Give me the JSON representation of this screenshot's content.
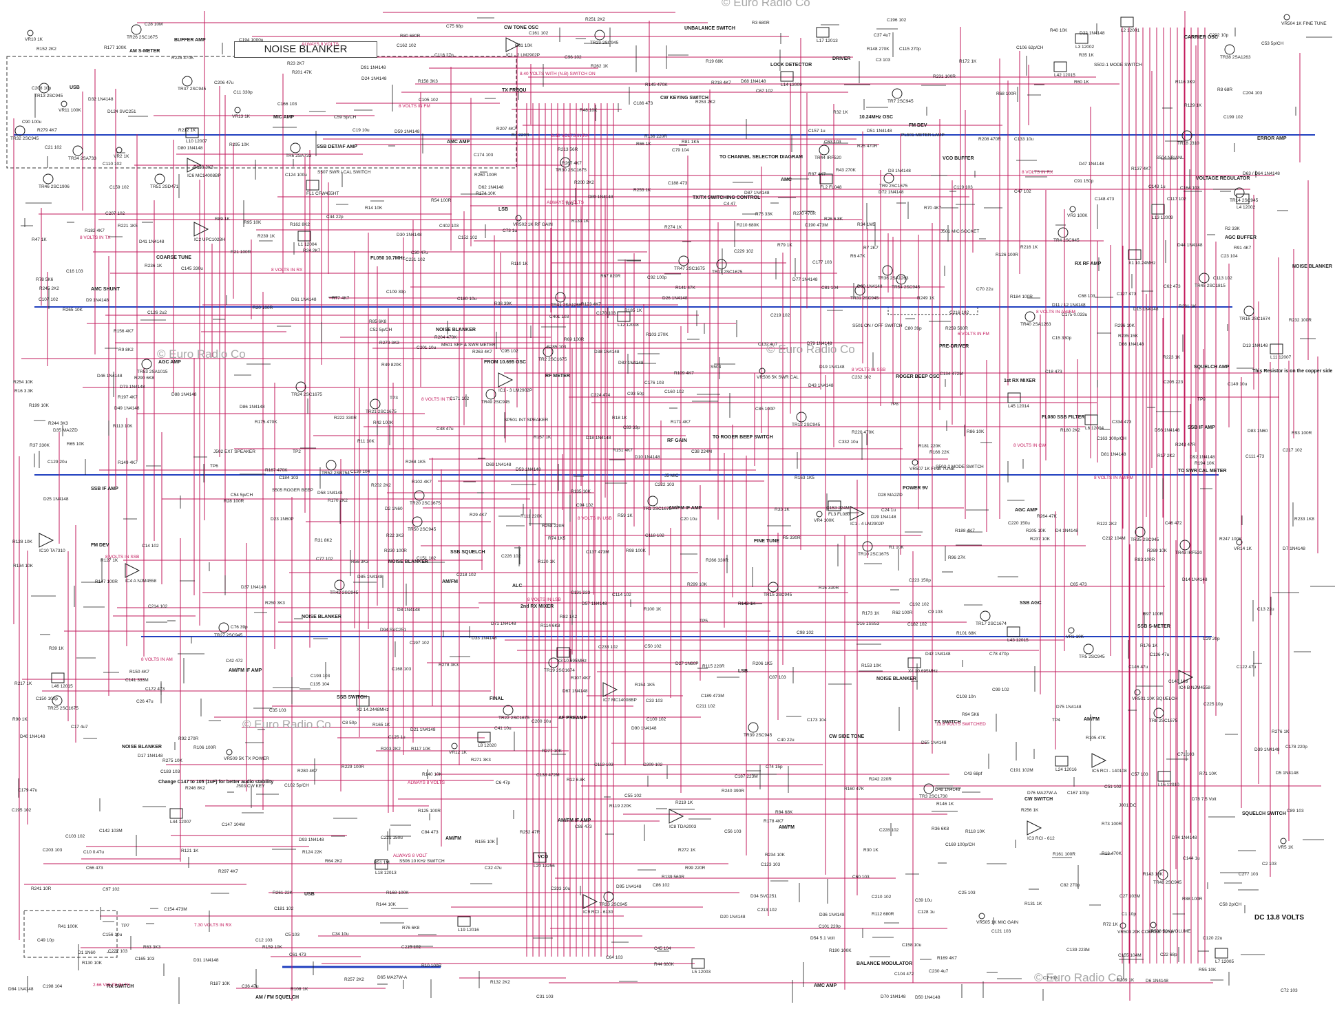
{
  "title": "NOISE BLANKER",
  "watermark": "© Euro Radio Co",
  "dc_label": "DC 13.8 VOLTS",
  "colors": {
    "wire": "#c2185b",
    "ink": "#1a1a1a",
    "bus": "#1f3fbf",
    "watermark": "#a8a8a8"
  },
  "components": [
    "TR1 2SC1675",
    "TR2 2SC1675",
    "TR3 2SC1730",
    "TR4 2SC945",
    "TR5 2SC945",
    "TR6 2SA733",
    "TR7 2SC945",
    "TR8 2SC1675",
    "TR9 2SC1675",
    "TR10 2SC1675",
    "TR11 2SC1675",
    "TR12 2SC945",
    "TR13 2SC945",
    "TR14 2SC945",
    "TR15 2SC945",
    "TR16 2SC1674",
    "TR17 2SC1674",
    "TR18 J310",
    "TR19 2SC1674",
    "TR20 2SC1675",
    "TR21 2SC1675",
    "TR22 2SC1675",
    "TR23 2SC945",
    "TR24 2SC1675",
    "TR25 2SC1675",
    "TR26 2SC1675",
    "TR27 2SC945",
    "TR30 2SC1675",
    "TR31 2SC945",
    "TR32 2SC945",
    "TR33 2SC945",
    "TR34 2SA733",
    "TR35 2SC945",
    "TR36 2SA1263",
    "TR37 2SC945",
    "TR38 2SA1263",
    "TR39 2SC945",
    "TR40 2SA1263",
    "TR41 2SA1266",
    "TR42 2SC945",
    "TR43 IRF520",
    "TR44 IRF520",
    "TR45 2SC1815",
    "TR46 2SC1906",
    "TR47 2SC1675",
    "TR48 2SC945",
    "TR49 2SC945",
    "TR50 2SC945",
    "TR51 2SD471",
    "TR52 2SB754",
    "TR53 2SA1015",
    "TR54 2SC945",
    "IC1 - 2 LM2902P",
    "IC1 - 3 LM2902P",
    "IC1 - 4 LM2902P",
    "IC2 UPC1028H",
    "IC3 RCI - 612",
    "IC4 A NJM4558",
    "IC4 B NJM4558",
    "IC5 RCI - 140108",
    "IC6 MC14008BP",
    "IC7 MC14008BP",
    "IC8 TDA2003",
    "IC9 RCI - 6130",
    "IC10 TA7310",
    "FL1 CFW455HT",
    "FL2 FL048",
    "FL3 FL080",
    "L1 12004",
    "L2 12001",
    "L3 12002",
    "L4 12002",
    "L5 12003",
    "L6 12004",
    "L7 12005",
    "L8 12020",
    "L10 12007",
    "L11 12007",
    "L12 12008",
    "L13 12009",
    "L14 12009",
    "L16 12010",
    "L17 12013",
    "L18 12013",
    "L19 12016",
    "L20 12256",
    "L24 12016",
    "L42 12015",
    "L43 12015",
    "L44 12007",
    "L45 12014",
    "L46 12015",
    "X1 10.24MHz",
    "X2 14.2448MHz",
    "X4 10.695MHz",
    "X3 10.695MHz",
    "D1 1N60",
    "D2 1N60",
    "D3 1N4148",
    "D4 1N4148",
    "D5 1N4148",
    "D6 1N4148",
    "D7 1N4148",
    "D8 1N4148",
    "D9 1N4148",
    "D10 1N4148",
    "D11 / 12 1N4148",
    "D13 1N4148",
    "D14 1N4148",
    "D15 1N4148",
    "D16 1SS53",
    "D17 1N4148",
    "D18 1N4148",
    "D19 1N4148",
    "D20 1N4148",
    "D21 1N4148",
    "D22 1N4148",
    "D23 1N60P",
    "D24 1N4148",
    "D25 1N4148",
    "D26 1N4148",
    "D27 1N60P",
    "D28 MA2ZD",
    "D29 1N4148",
    "D30 1N4148",
    "D31 1N4148",
    "D32 1N4148",
    "D33 1N4148",
    "D34 SVC251",
    "D35 MA2ZD",
    "D36 1N4148",
    "D37 1N4148",
    "D38 1N4148",
    "D39 1N4148",
    "D40 1N4148",
    "D41 1N4148",
    "D42 1N4148",
    "D43 1N4148",
    "D44 1N4148",
    "D46 1N4148",
    "D47 1N4148",
    "D48 1N4148",
    "D49 1N4148",
    "D50 1N4148",
    "D51 1N4148",
    "D53 1N4148",
    "D54 5.1 Volt",
    "D55 1N4148",
    "D56 1N4148",
    "D57 1N4148",
    "D58 1N4148",
    "D59 1N4148",
    "D60 1N4148",
    "D61 1N4148",
    "D62 1N4148",
    "D63 / D64 1N4148",
    "D65 MA27W-A",
    "D66 1N4148",
    "D67 1N4148",
    "D68 1N4148",
    "D69 1N4148",
    "D70 1N4148",
    "D71 1N4148",
    "D72 1N4148",
    "D73 1N4148",
    "D74 1N4148",
    "D75 1N4148",
    "D76 MA27W-A",
    "D77 1N4148",
    "D78 7.5 Volt",
    "D79 1N4148",
    "D80 1N4148",
    "D81 1N4148",
    "D82 1N4148",
    "D83 1N60",
    "D84 1N4148",
    "D85 1N4148",
    "D86 1N4148",
    "D87 1N4148",
    "D88 1N4148",
    "D89 1N4148",
    "D90 1N4148",
    "D91 1N4148",
    "D92 1N4148",
    "D93 1N4148",
    "D94 SVC251",
    "D95 1N4148",
    "D124 SVC251",
    "R1 10K",
    "R2 33K",
    "R3 680R",
    "R4 220R",
    "R5 330R",
    "R6 47K",
    "R7 2K7",
    "R8 68R",
    "R9 8K2",
    "R10 100R",
    "R11 10K",
    "R12 6.8K",
    "R13 470K",
    "R14 10K",
    "R15 330R",
    "R16 3.3K",
    "R17 2K2",
    "R18 1K",
    "R19 68K",
    "R20 100R",
    "R21 100R",
    "R22 3K3",
    "R23 2K7",
    "R24 2K7",
    "R25 470R",
    "R26 6.8K",
    "R28 100R",
    "R29 4K7",
    "R30 1K",
    "R31 8K2",
    "R32 1K",
    "R33 1K",
    "R34 1M5",
    "R35 1K",
    "R36 6K8",
    "R37 330K",
    "R38 39K",
    "R39 1K",
    "R40 10K",
    "R41 100K",
    "R42 100K",
    "R43 270K",
    "R44 680K",
    "R47 1K",
    "R48 10K",
    "R49 820K",
    "R51 1M",
    "R54 100R",
    "R55 10K",
    "R56 3K3",
    "R59 1K",
    "R60 1K",
    "R61 10K",
    "R62 100R",
    "R63 3K3",
    "R64 2K2",
    "R65 10K",
    "R66 1K",
    "R67 820R",
    "R68 100R",
    "R69 100R",
    "R70 4K7",
    "R71 10K",
    "R72 1K",
    "R73 100R",
    "R74 1K5",
    "R75 33K",
    "R76 6K8",
    "R77 4K7",
    "R78 5K6",
    "R79 1K",
    "R80 680R",
    "R81 1K5",
    "R82 1K2",
    "R83 100R",
    "R84 68K",
    "R85 6K8",
    "R86 10K",
    "R87 4K7",
    "R88 100R",
    "R89 1K",
    "R90 1K",
    "R91 4K7",
    "R92 270R",
    "R93 100R",
    "R94 5K6",
    "R95 10K",
    "R96 27K",
    "R97 100R",
    "R98 100K",
    "R99 220R",
    "R100 1K",
    "R101 68K",
    "R102 4K7",
    "R103 270K",
    "R105 47K",
    "R106 100R",
    "R107 4K7",
    "R108 1K",
    "R109 4K7",
    "R110 1K",
    "R111 220K",
    "R112 680R",
    "R113 10K",
    "R114 6K8",
    "R115 220R",
    "R116 3K9",
    "R117 10K",
    "R118 10K",
    "R119 220K",
    "R120 1K",
    "R121 1K",
    "R122 2K2",
    "R123 4K7",
    "R124 22K",
    "R125 100R",
    "R126 100R",
    "R127 1K",
    "R128 10K",
    "R129 1K",
    "R130 10K",
    "R131 1K",
    "R132 2K2",
    "R133 1K",
    "R134 10K",
    "R135 10K",
    "R136 220R",
    "R137 4K7",
    "R138 3K3",
    "R139 560R",
    "R140 10K",
    "R141 47K",
    "R142 1K",
    "R143 10K",
    "R144 10K",
    "R145 470K",
    "R146 1K",
    "R147 100R",
    "R148 270K",
    "R149 4K7",
    "R150 4K7",
    "R151 4K7",
    "R152 2K2",
    "R153 10K",
    "R154 1K5",
    "R155 10K",
    "R156 4K7",
    "R157 1K",
    "R158 3K3",
    "R159 10K",
    "R160 47K",
    "R161 100R",
    "R162 8K2",
    "R163 1K5",
    "R165 1K",
    "R166 22K",
    "R167 470K",
    "R168 100K",
    "R169 4K7",
    "R170 2K2",
    "R171 4K7",
    "R172 1K",
    "R173 1K",
    "R174 10K",
    "R175 470K",
    "R176 1K",
    "R177 100K",
    "R178 4K7",
    "R180 2K2",
    "R181 220K",
    "R182 4K7",
    "R184 100R",
    "R185 1K",
    "R187 10K",
    "R188 4K7",
    "R190 100K",
    "R194 10K",
    "R197 4K7",
    "R199 10K",
    "R200 2K2",
    "R201 47K",
    "R202 2K2",
    "R203 2K2",
    "R204 470K",
    "R205 10K",
    "R206 1K5",
    "R207 4K7",
    "R208 470R",
    "R209 1K",
    "R210 680K",
    "R212 1K",
    "R213 56R",
    "R216 1K",
    "R217 1K",
    "R218 4K7",
    "R219 1K",
    "R220 470K",
    "R221 1K5",
    "R222 330R",
    "R223 1K",
    "R228 470K",
    "R229 100R",
    "R230 100R",
    "R231 100R",
    "R232 100R",
    "R233 1K8",
    "R234 10K",
    "R235 15K",
    "R236 1K",
    "R237 10K",
    "R239 1K",
    "R240 390R",
    "R241 10R",
    "R242 220R",
    "R243 47R",
    "R244 3K3",
    "R245 2K2",
    "R246 8K2",
    "R247 100K",
    "R249 1K",
    "R250 3K3",
    "R251 2K2",
    "R252 47R",
    "R253 2K2",
    "R254 10K",
    "R255 1K",
    "R256 1K",
    "R257 2K2",
    "R258 220R",
    "R259 560R",
    "R260 100R",
    "R261 22K",
    "R262 1K",
    "R263 4K7",
    "R264 47K",
    "R265 10K",
    "R266 330R",
    "R267 4K7",
    "R268 1K5",
    "R269 10K",
    "R270 470R",
    "R271 3K3",
    "R272 1K",
    "R273 3K3",
    "R274 1K",
    "R275 10K",
    "R276 1K",
    "R277 10K",
    "R278 3K3",
    "R279 4K7",
    "R280 4K7",
    "R281 1K",
    "R290 6K8",
    "R295 10K",
    "R296 10K",
    "R297 4K7",
    "R299 10K",
    "C1 10p",
    "C2 103",
    "C3 103",
    "C4 47",
    "C5 103",
    "C6 47p",
    "C7 103",
    "C8 50p",
    "C9 103",
    "C10 0.47u",
    "C11 330p",
    "C12 103",
    "C13 22u",
    "C14 102",
    "C15 330p",
    "C16 103",
    "C17 4u7",
    "C18 473",
    "C19 10u",
    "C20 10u",
    "C21 102",
    "C22 68p",
    "C23 104",
    "C24 1u",
    "C25 103",
    "C26 47u",
    "C27 103M",
    "C28 10M",
    "C29 20p",
    "C30 47u",
    "C31 103",
    "C32 47u",
    "C33 103",
    "C34 10u",
    "C35 103",
    "C36 47u",
    "C37 4u7",
    "C38 224M",
    "C39 10u",
    "C40 22u",
    "C41 10u",
    "C42 472",
    "C43 68pf",
    "C44 22p",
    "C45 104",
    "C46 472",
    "C47 102",
    "C48 47u",
    "C49 10p",
    "C50 102",
    "C51 102",
    "C52 5p/CH",
    "C53 5p/CH",
    "C54 5p/CH",
    "C55 102",
    "C56 103",
    "C57 103",
    "C58 2p/CH",
    "C59 5p/CH",
    "C60 103",
    "C61 473",
    "C62 473",
    "C63 103",
    "C64 103",
    "C65 473",
    "C66 473",
    "C67 102",
    "C68 103",
    "C70 22u",
    "C71 103",
    "C72 103",
    "C73 1u",
    "C74 15p",
    "C75 68p",
    "C76 39p",
    "C77 102",
    "C78 470p",
    "C79 104",
    "C80 39p",
    "C81 104",
    "C82 270p",
    "C83 33p",
    "C84 473",
    "C85 100P",
    "C86 102",
    "C87 103",
    "C88 473",
    "C89 103",
    "C90 100u",
    "C91 150p",
    "C92 100p",
    "C93 50p",
    "C94 102",
    "C95 102",
    "C96 102",
    "C97 102",
    "C98 102",
    "C99 102",
    "C100 102",
    "C101 220p",
    "C102 5p/CH",
    "C103 102",
    "C104 472",
    "C105 102",
    "C106 62p/CH",
    "C107 102",
    "C108 10n",
    "C109 39p",
    "C110 102",
    "C111 473",
    "C112 103",
    "C113 102",
    "C114 102",
    "C115 270p",
    "C116 27p",
    "C117 102",
    "C118 102",
    "C119 103",
    "C120 22u",
    "C121 103",
    "C122 47u",
    "C123 103",
    "C124 100u",
    "C125 1u",
    "C126 2u2",
    "C127 473",
    "C128 1u",
    "C129 20u",
    "C130 104",
    "C131 223",
    "C132 4u7",
    "C133 10u",
    "C134 472M",
    "C135 104",
    "C136 47u",
    "C137 473M",
    "C138 472M",
    "C139 223M",
    "C140 103",
    "C141 333M",
    "C142 103M",
    "C143 1u",
    "C144 1u",
    "C145 330u",
    "C146 47u",
    "C147 104M",
    "C148 473",
    "C149 10u",
    "C150 100p",
    "C151 102",
    "C152 102",
    "C153 224M",
    "C154 473M",
    "C155 104M",
    "C156 10u",
    "C157 1u",
    "C158 10u",
    "C159 102",
    "C160 102",
    "C161 102",
    "C162 102",
    "C163 100p/CH",
    "C164 103",
    "C165 103",
    "C166 103",
    "C167 100p",
    "C168 103",
    "C169 100p/CH",
    "C170 103",
    "C171 102",
    "C172 473",
    "C173 104",
    "C174 103",
    "C175 0.033u",
    "C176 103",
    "C177 103",
    "C178 220p",
    "C179 47u",
    "C180 10u",
    "C181 102",
    "C182 102",
    "C183 103",
    "C184 103",
    "C185 103",
    "C186 473",
    "C187 223M",
    "C188 473",
    "C189 473M",
    "C190 473M",
    "C191 102M",
    "C192 102",
    "C193 103",
    "C194 1000u",
    "C195 102",
    "C196 102",
    "C197 102",
    "C198 104",
    "C199 102",
    "C200 10u",
    "C201 10u",
    "C202 10p",
    "C203 103",
    "C204 103",
    "C205 223",
    "C206 47u",
    "C207 102",
    "C208 10p",
    "C209 102",
    "C210 102",
    "C211 102",
    "C212 104M",
    "C213 102",
    "C214 102",
    "C215 102",
    "C216 102",
    "C217 102",
    "C218 102",
    "C219 102",
    "C220 150u",
    "C221 150u",
    "C222 103",
    "C223 150p",
    "C224 474",
    "C225 10p",
    "C226 102",
    "C227 103",
    "C228 102",
    "C229 102",
    "C230 4u7",
    "C231 102",
    "C232 102",
    "C233 102",
    "C277 103",
    "C332 10u",
    "C333 10u",
    "C334 473",
    "C401 103",
    "C402 103",
    "VR1 10K",
    "VR2 1K",
    "VR3 100K",
    "VR4 100K",
    "VR5 1K",
    "VR10 1K",
    "VR11 100K",
    "VR12 1K",
    "VR13 1K",
    "VR14 1K",
    "TP1",
    "TP2",
    "TP3",
    "TP4",
    "TP5",
    "TP6",
    "TP7",
    "TP8",
    "TP9",
    "J001 DC",
    "J5 MIC",
    "SP501 INT SPEAKER",
    "PL501 METER LAMP",
    "S501 ON / OFF SWITCH",
    "S502-1 MODE SWITCH",
    "S502-2 MODE SWITCH",
    "S503",
    "S504 NB/ANL",
    "S505 ROGER BEEP",
    "S506 10 KHz SWITCH",
    "S507 SWR / CAL SWITCH",
    "VR501 10K SQUELCH",
    "VR502 1K RF GAIN",
    "VR503 20K COARSE TUNE",
    "VR504 1K FINE TUNE",
    "VR505 1K MIC GAIN",
    "VR506 5K SWR CAL",
    "VR507 1K FINE TUNE",
    "VR508 50K VOLUME",
    "VR509 5K TX POWER",
    "M501 SRF & SWR METER",
    "J501 MIC SOCKET",
    "J502 EXT SPEAKER",
    "J503 CW KEY"
  ],
  "annotations": [
    "NOISE BLANKER",
    "NOISE BLANKER",
    "NOISE BLANKER",
    "NOISE BLANKER",
    "NOISE BLANKER",
    "NOISE BLANKER",
    "2nd RX MIXER",
    "AM/FM IF AMP",
    "AM/FM IF AMP",
    "AM/FM IF AMP",
    "SSB IF AMP",
    "SSB IF AMP",
    "AGC AMP",
    "AGC BUFFER",
    "AGC AMP",
    "SQUELCH AMP",
    "SSB AGC",
    "AM S-METER",
    "SSB S-METER",
    "SSB DET/AF AMP",
    "SQUELCH SWITCH",
    "AM / FM SQUELCH",
    "SSB SQUELCH",
    "AM/FM",
    "RX RF AMP",
    "1st RX MIXER",
    "10.24MHz OSC",
    "FM DEV",
    "VCO",
    "VCO BUFFER",
    "BALANCE MODULATOR",
    "FROM 10.695 OSC",
    "UNBALANCE SWITCH",
    "MIC AMP",
    "AMC SHUNT",
    "AMC AMP",
    "TX/TX SWITCHING CONTROL",
    "ROGER BEEP OSC",
    "CW TONE OSC",
    "CW SIDE TONE",
    "TX FREQU",
    "RF GAIN",
    "FINE TUNE",
    "COARSE TUNE",
    "LOCK DETECTOR",
    "AF PREAMP",
    "VOLTAGE REGULATOR",
    "ERROR AMP",
    "RX SWITCH",
    "TX SWITCH",
    "CW KEYING SWITCH",
    "CW SWITCH",
    "CARRIER OSC",
    "FINAL",
    "DRIVER",
    "PRE-DRIVER",
    "BUFFER AMP",
    "RF METER",
    "ALC",
    "AMC",
    "AMC AMP",
    "SSB SWITCH",
    "FM DEV",
    "AM/FM",
    "USB",
    "LSB",
    "AM/FM",
    "USB",
    "LSB",
    "AM/FM",
    "FL050 10.7MHz",
    "FL080 SSB FILTER",
    "This Resistor is on the copper side",
    "Change C147 to 105 (1uF) for better audio stability",
    "TO ROGER BEEP SWITCH",
    "TO CHANNEL SELECTOR DIAGRAM",
    "TO SWR CAL METER",
    "POWER 9V"
  ],
  "rails": [
    "ALWAYS 8 VOLTS",
    "8 VOLTS IN FM",
    "8 VOLTS IN RX",
    "8 VOLTS IN TX",
    "8 VOLTS IN AM/FM",
    "8 VOLTS IN SSB",
    "8 VOLTS IN CW",
    "8 VOLTS IN USB",
    "8 VOLTS IN LSB",
    "8 VOLTS IN AM",
    "13.8 VOLTS SWITCHED",
    "ALWAYS 8 VOLTS",
    "ALWAYS 8 VOLT",
    "7.30 VOLTS IN RX",
    "2.66 VOLTS IN TX",
    "8.40 VOLTS WITH (N.B) SWITCH ON",
    "8.30 VOLTS IN RX",
    "ALWAYS 8 VOLTS",
    "8 VOLTS IN RX",
    "6 VOLTS IN FM",
    "8 VOLTS IN TX",
    "8 VOLTS IN AM/FM",
    "8 VOLTS IN SSB"
  ]
}
